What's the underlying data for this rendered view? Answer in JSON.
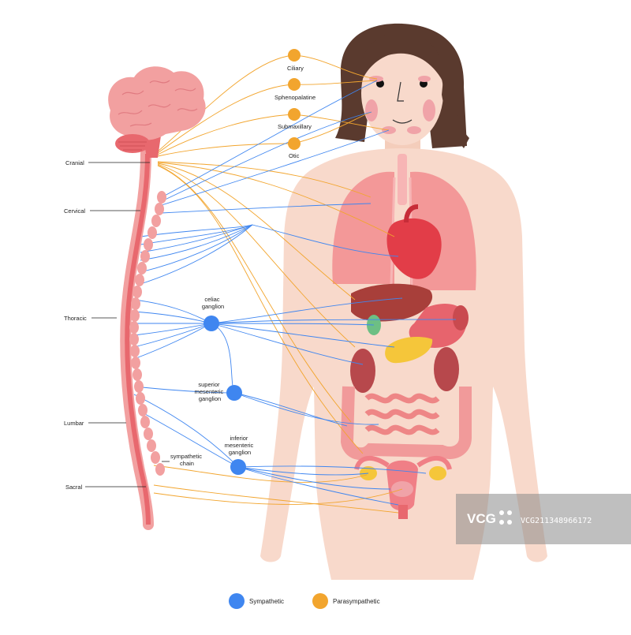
{
  "labels": {
    "spine_levels": {
      "cranial": "Cranial",
      "cervical": "Cervical",
      "thoracic": "Thoracic",
      "lumbar": "Lumbar",
      "sacral": "Sacral"
    },
    "cranial_ganglia": {
      "ciliary": "Ciliary",
      "sphenopalatine": "Sphenopalatine",
      "submaxillary": "Submaxillary",
      "otic": "Otic"
    },
    "celiac": [
      "celiac",
      "ganglion"
    ],
    "superior_mesenteric": [
      "superior",
      "mesenteric",
      "ganglion"
    ],
    "inferior_mesenteric": [
      "inferior",
      "mesenteric",
      "ganglion"
    ],
    "sympathetic_chain": [
      "sympathetic",
      "chain"
    ]
  },
  "legend": {
    "sympathetic": "Sympathetic",
    "parasympathetic": "Parasympathetic"
  },
  "colors": {
    "sympathetic": "#3f86f0",
    "parasympathetic": "#f2a52e",
    "skin": "#f8d9cb",
    "hair": "#5a3a2e",
    "spinal_cord": "#e8686e",
    "brain": "#f2a0a0",
    "lungs": "#f39898",
    "heart": "#e23d48",
    "liver": "#a83f3a",
    "intestine": "#f2a0a0"
  },
  "watermark": {
    "logo": "VCG",
    "text": "VCG211348966172"
  }
}
